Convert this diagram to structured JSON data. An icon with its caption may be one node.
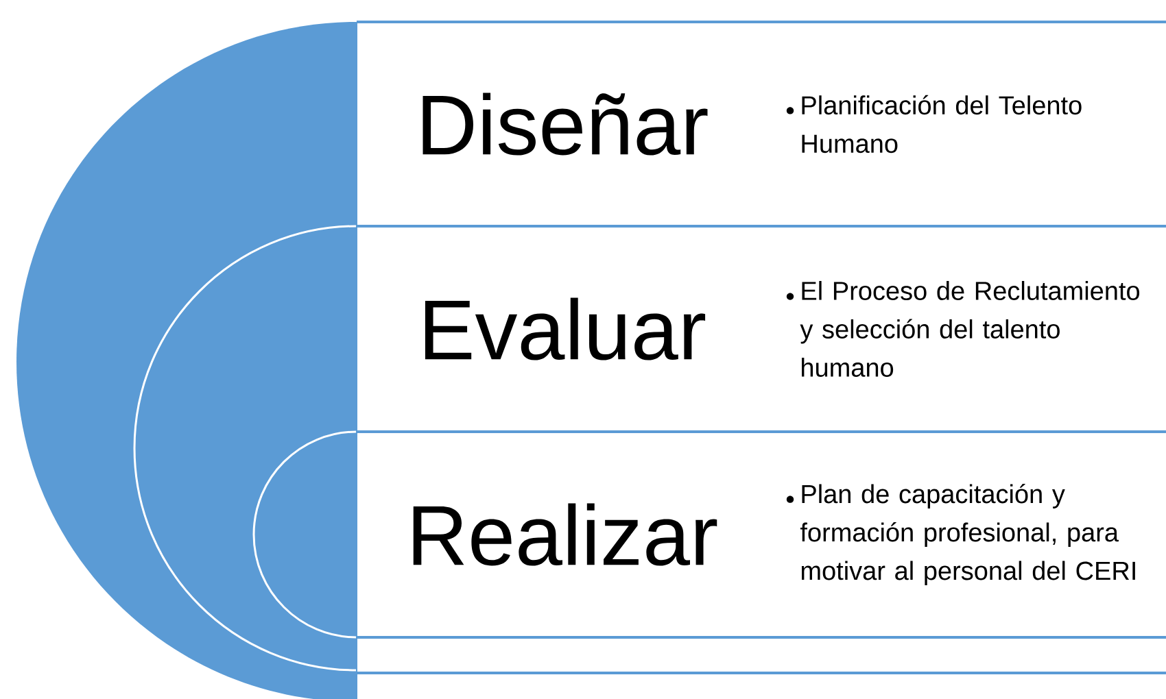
{
  "diagram": {
    "nodes": [
      {
        "text": [
          "Diseñar",
          "Planificación del Telento Humano"
        ]
      },
      {
        "text": [
          "Evaluar",
          "El Proceso de Reclutamiento y selección del talento humano"
        ]
      },
      {
        "text": [
          "Realizar",
          "Plan de capacitación y formación profesional, para motivar al personal del CERI"
        ]
      }
    ]
  }
}
